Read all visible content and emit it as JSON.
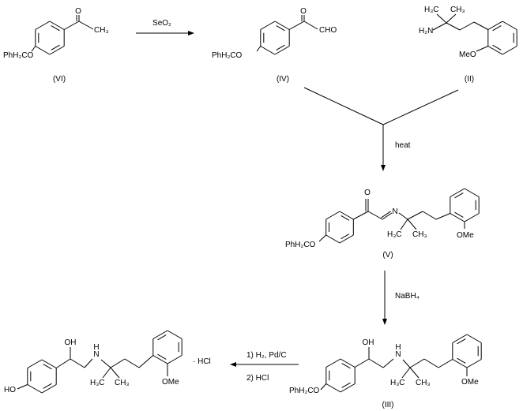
{
  "compounds": {
    "VI": {
      "label": "(VI)",
      "substituent": "PhH₂CO",
      "oxygen": "O",
      "methyl": "CH₃"
    },
    "IV": {
      "label": "(IV)",
      "substituent": "PhH₂CO",
      "oxygen": "O",
      "aldehyde": "CHO"
    },
    "II": {
      "label": "(II)",
      "amine": "H₂N",
      "methyl_left": "H₃C",
      "methyl_right": "CH₃",
      "methoxy": "MeO"
    },
    "V": {
      "label": "(V)",
      "substituent": "PhH₂CO",
      "oxygen": "O",
      "nitrogen": "N",
      "methyl_left": "H₃C",
      "methyl_right": "CH₃",
      "methoxy": "OMe"
    },
    "III": {
      "label": "(III)",
      "substituent": "PhH₂CO",
      "hydroxyl": "OH",
      "nh_h": "H",
      "nh_n": "N",
      "methyl_left": "H₃C",
      "methyl_right": "CH₃",
      "methoxy": "OMe"
    },
    "product": {
      "hydroxy": "HO",
      "hydroxyl": "OH",
      "nh_h": "H",
      "nh_n": "N",
      "methyl_left": "H₃C",
      "methyl_right": "CH₃",
      "methoxy": "OMe",
      "salt": "· HCl"
    }
  },
  "reagents": {
    "step1": "SeO₂",
    "step2": "heat",
    "step3": "NaBH₄",
    "step4a": "1) H₂, Pd/C",
    "step4b": "2) HCl"
  }
}
